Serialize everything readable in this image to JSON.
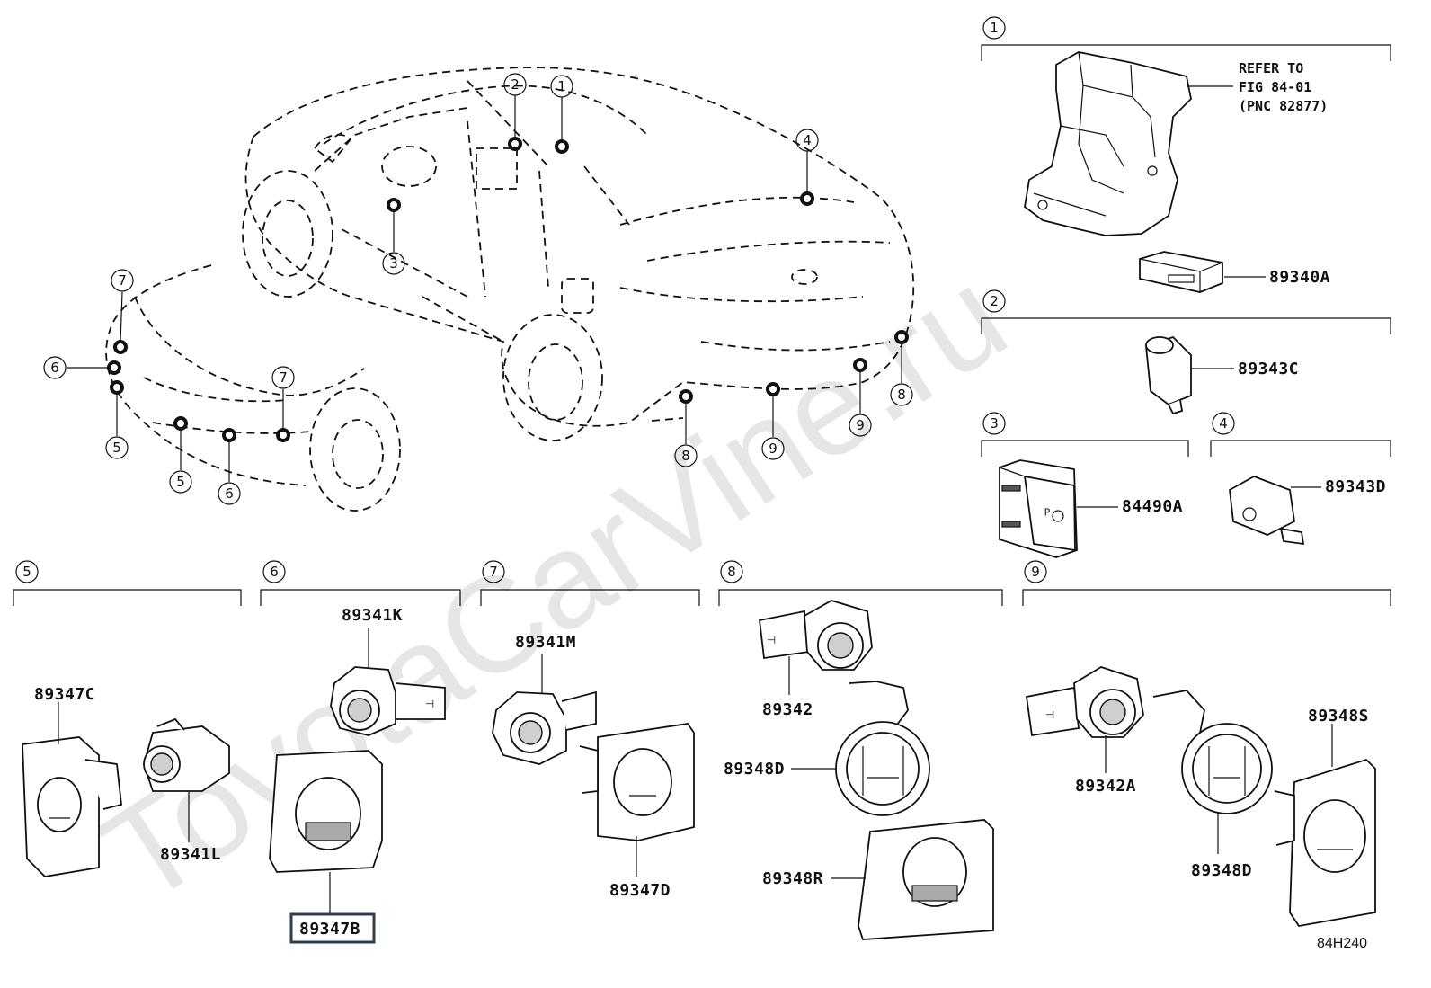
{
  "figure_id": "84H240",
  "watermark": "ToyotaCarVine.ru",
  "note": {
    "line1": "REFER TO",
    "line2": "FIG 84-01",
    "line3": "(PNC 82877)"
  },
  "callouts": {
    "c1": "1",
    "c2": "2",
    "c3": "3",
    "c4": "4",
    "c5": "5",
    "c6": "6",
    "c7": "7",
    "c8": "8",
    "c9": "9"
  },
  "parts": {
    "p89340A": "89340A",
    "p89343C": "89343C",
    "p84490A": "84490A",
    "p89343D": "89343D",
    "p89347C": "89347C",
    "p89341L": "89341L",
    "p89341K": "89341K",
    "p89347B": "89347B",
    "p89341M": "89341M",
    "p89347D": "89347D",
    "p89342": "89342",
    "p89348D_8": "89348D",
    "p89348R": "89348R",
    "p89342A": "89342A",
    "p89348S": "89348S",
    "p89348D_9": "89348D"
  },
  "colors": {
    "highlight_box": "#2c3e50",
    "line": "#111111",
    "watermark": "#e6e6e6"
  }
}
